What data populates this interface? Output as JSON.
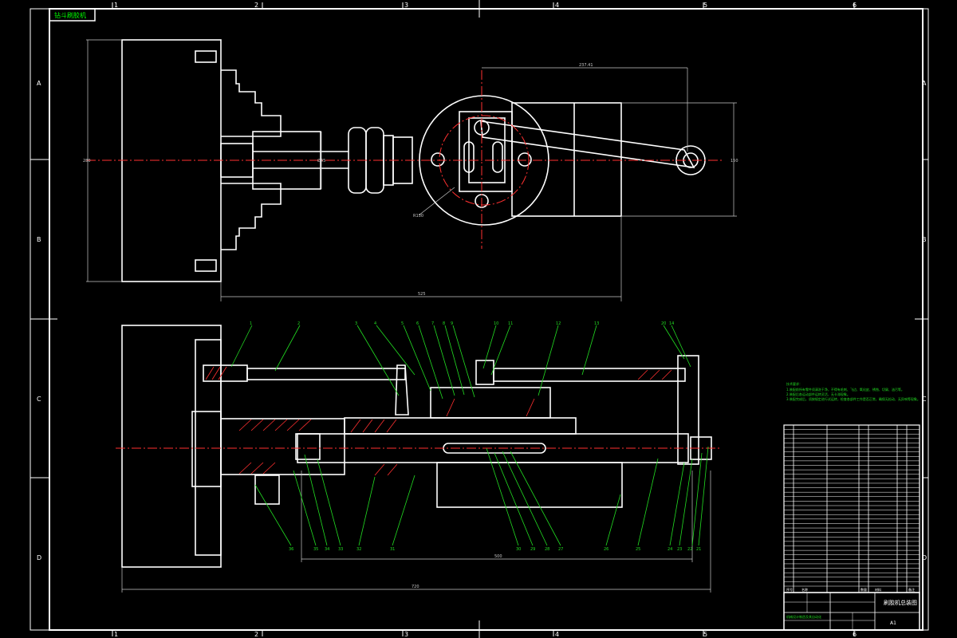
{
  "colors": {
    "background": "#000000",
    "outline": "#ffffff",
    "frame": "#00ff00",
    "centerline": "#ff3030",
    "dimension": "#c8c8c8",
    "leader": "#22dd22",
    "hatch": "#ff3030"
  },
  "title_tab": "钻斗刷胶机",
  "grid": {
    "cols_top": [
      "1",
      "2",
      "3",
      "4",
      "5",
      "6"
    ],
    "cols_bottom": [
      "1",
      "2",
      "3",
      "4",
      "5",
      "6"
    ],
    "rows_left": [
      "A",
      "B",
      "C",
      "D"
    ],
    "rows_right": [
      "A",
      "B",
      "C",
      "D"
    ]
  },
  "top_view_dims": {
    "overall_width": "525",
    "overall_height": "280",
    "center_offset": "237.41",
    "shaft_dia": "Ø45",
    "wheel_dia": "R130",
    "right_height": "150"
  },
  "section_dims": {
    "inner_length": "500",
    "overall_length": "720"
  },
  "leader_numbers_top": [
    "1",
    "2",
    "3",
    "4",
    "5",
    "6",
    "7",
    "8",
    "9",
    "10",
    "11",
    "12",
    "13",
    "20",
    "14"
  ],
  "leader_numbers_bottom": [
    "36",
    "35",
    "34",
    "33",
    "32",
    "31",
    "30",
    "29",
    "28",
    "27",
    "26",
    "25",
    "24",
    "23",
    "22",
    "21"
  ],
  "tech_notes": [
    "技术要求：",
    "1.装配前所有零件须清洗干净，不得有毛刺、飞边、氧化皮、锈蚀、切屑、油污等。",
    "2.装配后各运动部件运转灵活，无卡滞现象。",
    "3.装配完成后，须按规定进行试运转，检查各部件工作是否正常，确保无松动、无异响等现象。"
  ],
  "bom": {
    "header": [
      "序号",
      "名称",
      "数量",
      "材料",
      "备注"
    ],
    "row_count": 36
  },
  "title_block": {
    "name": "刷胶机总装图",
    "school": "机械设计制造及其自动化",
    "sheet": "A1"
  }
}
